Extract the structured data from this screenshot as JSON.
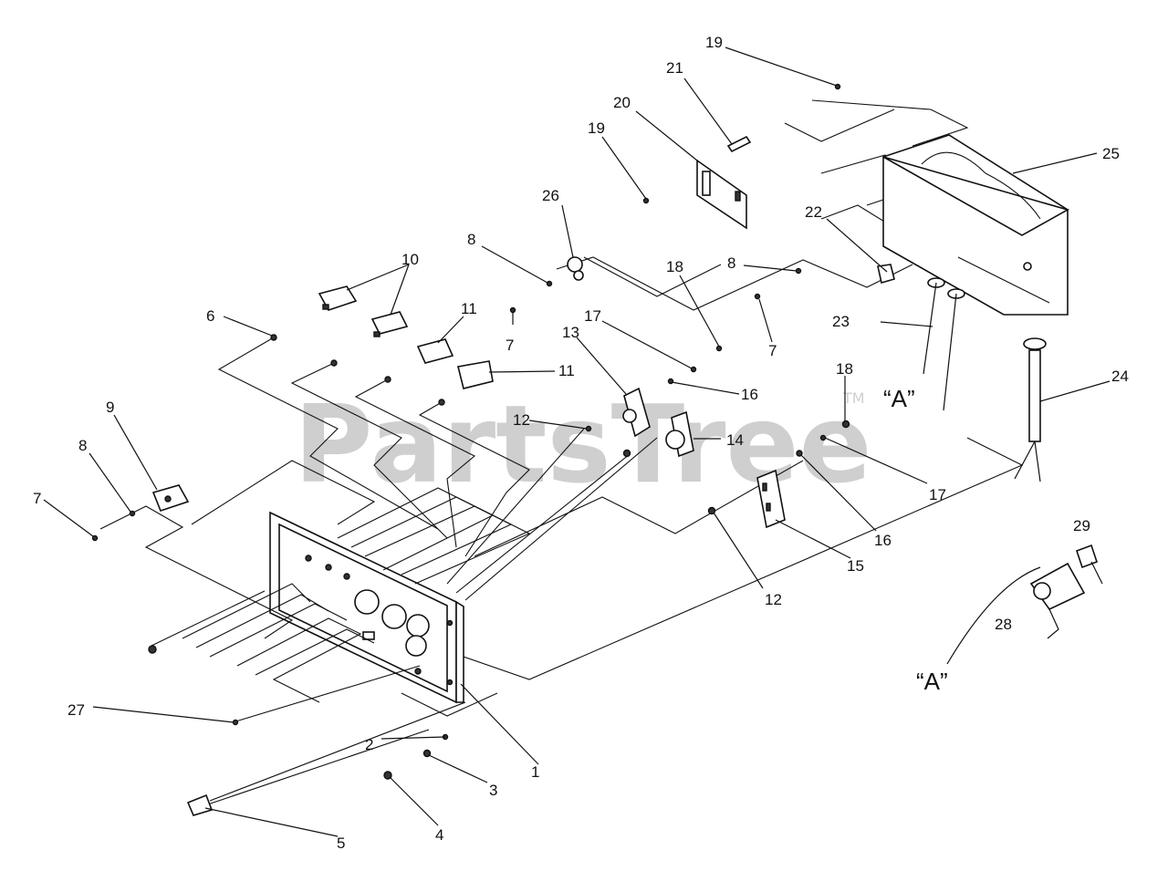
{
  "watermark": {
    "text": "PartsTree",
    "mark": "TM"
  },
  "callouts": [
    {
      "id": "c1",
      "text": "1"
    },
    {
      "id": "c2",
      "text": "2"
    },
    {
      "id": "c3",
      "text": "3"
    },
    {
      "id": "c4",
      "text": "4"
    },
    {
      "id": "c5",
      "text": "5"
    },
    {
      "id": "c6",
      "text": "6"
    },
    {
      "id": "c7a",
      "text": "7"
    },
    {
      "id": "c7b",
      "text": "7"
    },
    {
      "id": "c7c",
      "text": "7"
    },
    {
      "id": "c8a",
      "text": "8"
    },
    {
      "id": "c8b",
      "text": "8"
    },
    {
      "id": "c8c",
      "text": "8"
    },
    {
      "id": "c9",
      "text": "9"
    },
    {
      "id": "c10",
      "text": "10"
    },
    {
      "id": "c11a",
      "text": "11"
    },
    {
      "id": "c11b",
      "text": "11"
    },
    {
      "id": "c12a",
      "text": "12"
    },
    {
      "id": "c12b",
      "text": "12"
    },
    {
      "id": "c13",
      "text": "13"
    },
    {
      "id": "c14",
      "text": "14"
    },
    {
      "id": "c15",
      "text": "15"
    },
    {
      "id": "c16a",
      "text": "16"
    },
    {
      "id": "c16b",
      "text": "16"
    },
    {
      "id": "c17a",
      "text": "17"
    },
    {
      "id": "c17b",
      "text": "17"
    },
    {
      "id": "c18a",
      "text": "18"
    },
    {
      "id": "c18b",
      "text": "18"
    },
    {
      "id": "c19a",
      "text": "19"
    },
    {
      "id": "c19b",
      "text": "19"
    },
    {
      "id": "c20",
      "text": "20"
    },
    {
      "id": "c21",
      "text": "21"
    },
    {
      "id": "c22",
      "text": "22"
    },
    {
      "id": "c23",
      "text": "23"
    },
    {
      "id": "c24",
      "text": "24"
    },
    {
      "id": "c25",
      "text": "25"
    },
    {
      "id": "c26",
      "text": "26"
    },
    {
      "id": "c27",
      "text": "27"
    },
    {
      "id": "c28",
      "text": "28"
    },
    {
      "id": "c29",
      "text": "29"
    }
  ],
  "connectors": {
    "a1": "“A”",
    "a2": "“A”"
  }
}
